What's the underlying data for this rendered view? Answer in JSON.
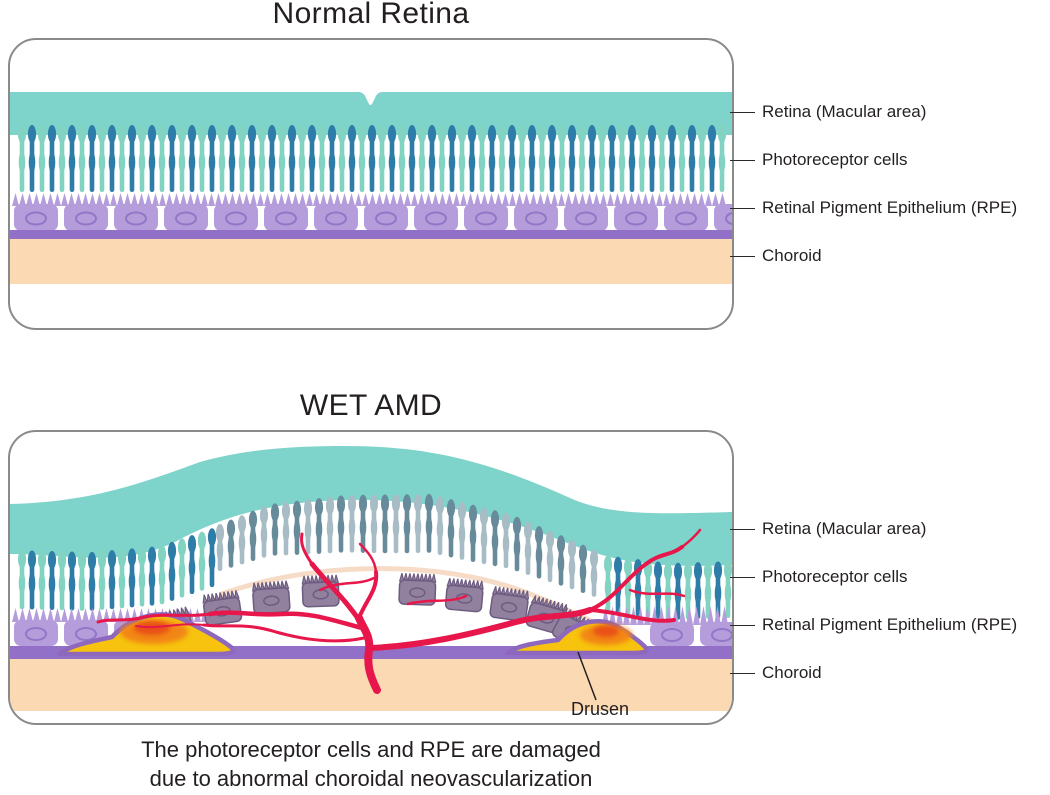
{
  "diagram": {
    "panels": [
      {
        "title": "Normal Retina",
        "labels": [
          "Retina (Macular area)",
          "Photoreceptor cells",
          "Retinal Pigment Epithelium (RPE)",
          "Choroid"
        ]
      },
      {
        "title": "WET AMD",
        "labels": [
          "Retina (Macular area)",
          "Photoreceptor cells",
          "Retinal Pigment Epithelium (RPE)",
          "Choroid"
        ],
        "annotation": "Drusen"
      }
    ],
    "caption": [
      "The photoreceptor cells and RPE are damaged",
      "due to abnormal choroidal neovascularization"
    ],
    "colors": {
      "retinaTeal": "#7ed3cb",
      "rodTeal": "#82d3c2",
      "rodBlue": "#2e7ca8",
      "rodGrayA": "#a8bcc6",
      "rodGrayB": "#688b9b",
      "lavender": "#b49dda",
      "nucleusStroke": "#9376c8",
      "rpeDark": "#9370c8",
      "choroidPeach": "#fbd9b3",
      "detachedFill": "#92809f",
      "detachedStroke": "#6e5c80",
      "vesselRed": "#e8174b",
      "drusenYellow": "#f7c30e",
      "drusenOrange": "#f28312",
      "drusenRed": "#e84b14",
      "drusenOutline": "#8d68bd",
      "membranePeach": "#f6dcc6",
      "panelBorder": "#8a8a8a",
      "tickDark": "#2b2b2b",
      "textDark": "#231f20"
    }
  }
}
